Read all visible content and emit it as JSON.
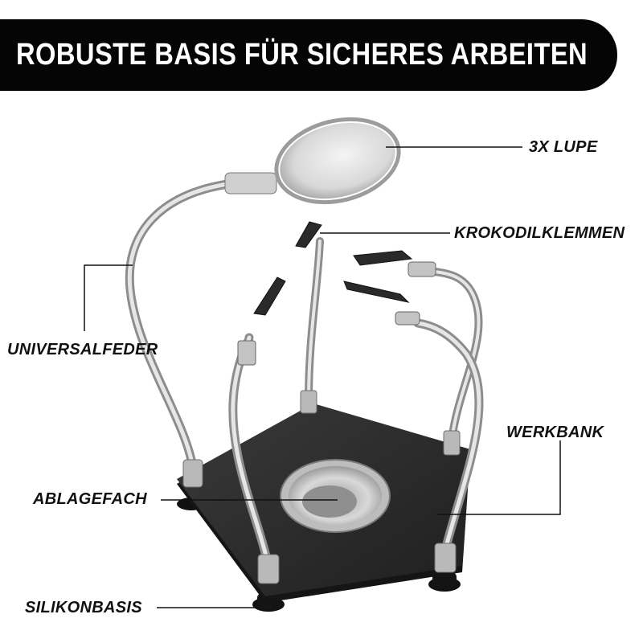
{
  "banner": {
    "title": "ROBUSTE BASIS FÜR SICHERES ARBEITEN"
  },
  "labels": {
    "magnifier": "3X LUPE",
    "clips": "KROKODILKLEMMEN",
    "arm": "UNIVERSALFEDER",
    "workbench": "WERKBANK",
    "tray": "ABLAGEFACH",
    "base": "SILIKONBASIS"
  },
  "colors": {
    "banner": "#050505",
    "text": "#111111",
    "base": "#2b2b2b",
    "metal": "#c8c8c8"
  },
  "icons": [
    "magnifier-icon",
    "alligator-clip-icon",
    "gooseneck-arm-icon",
    "solder-tray-icon"
  ]
}
